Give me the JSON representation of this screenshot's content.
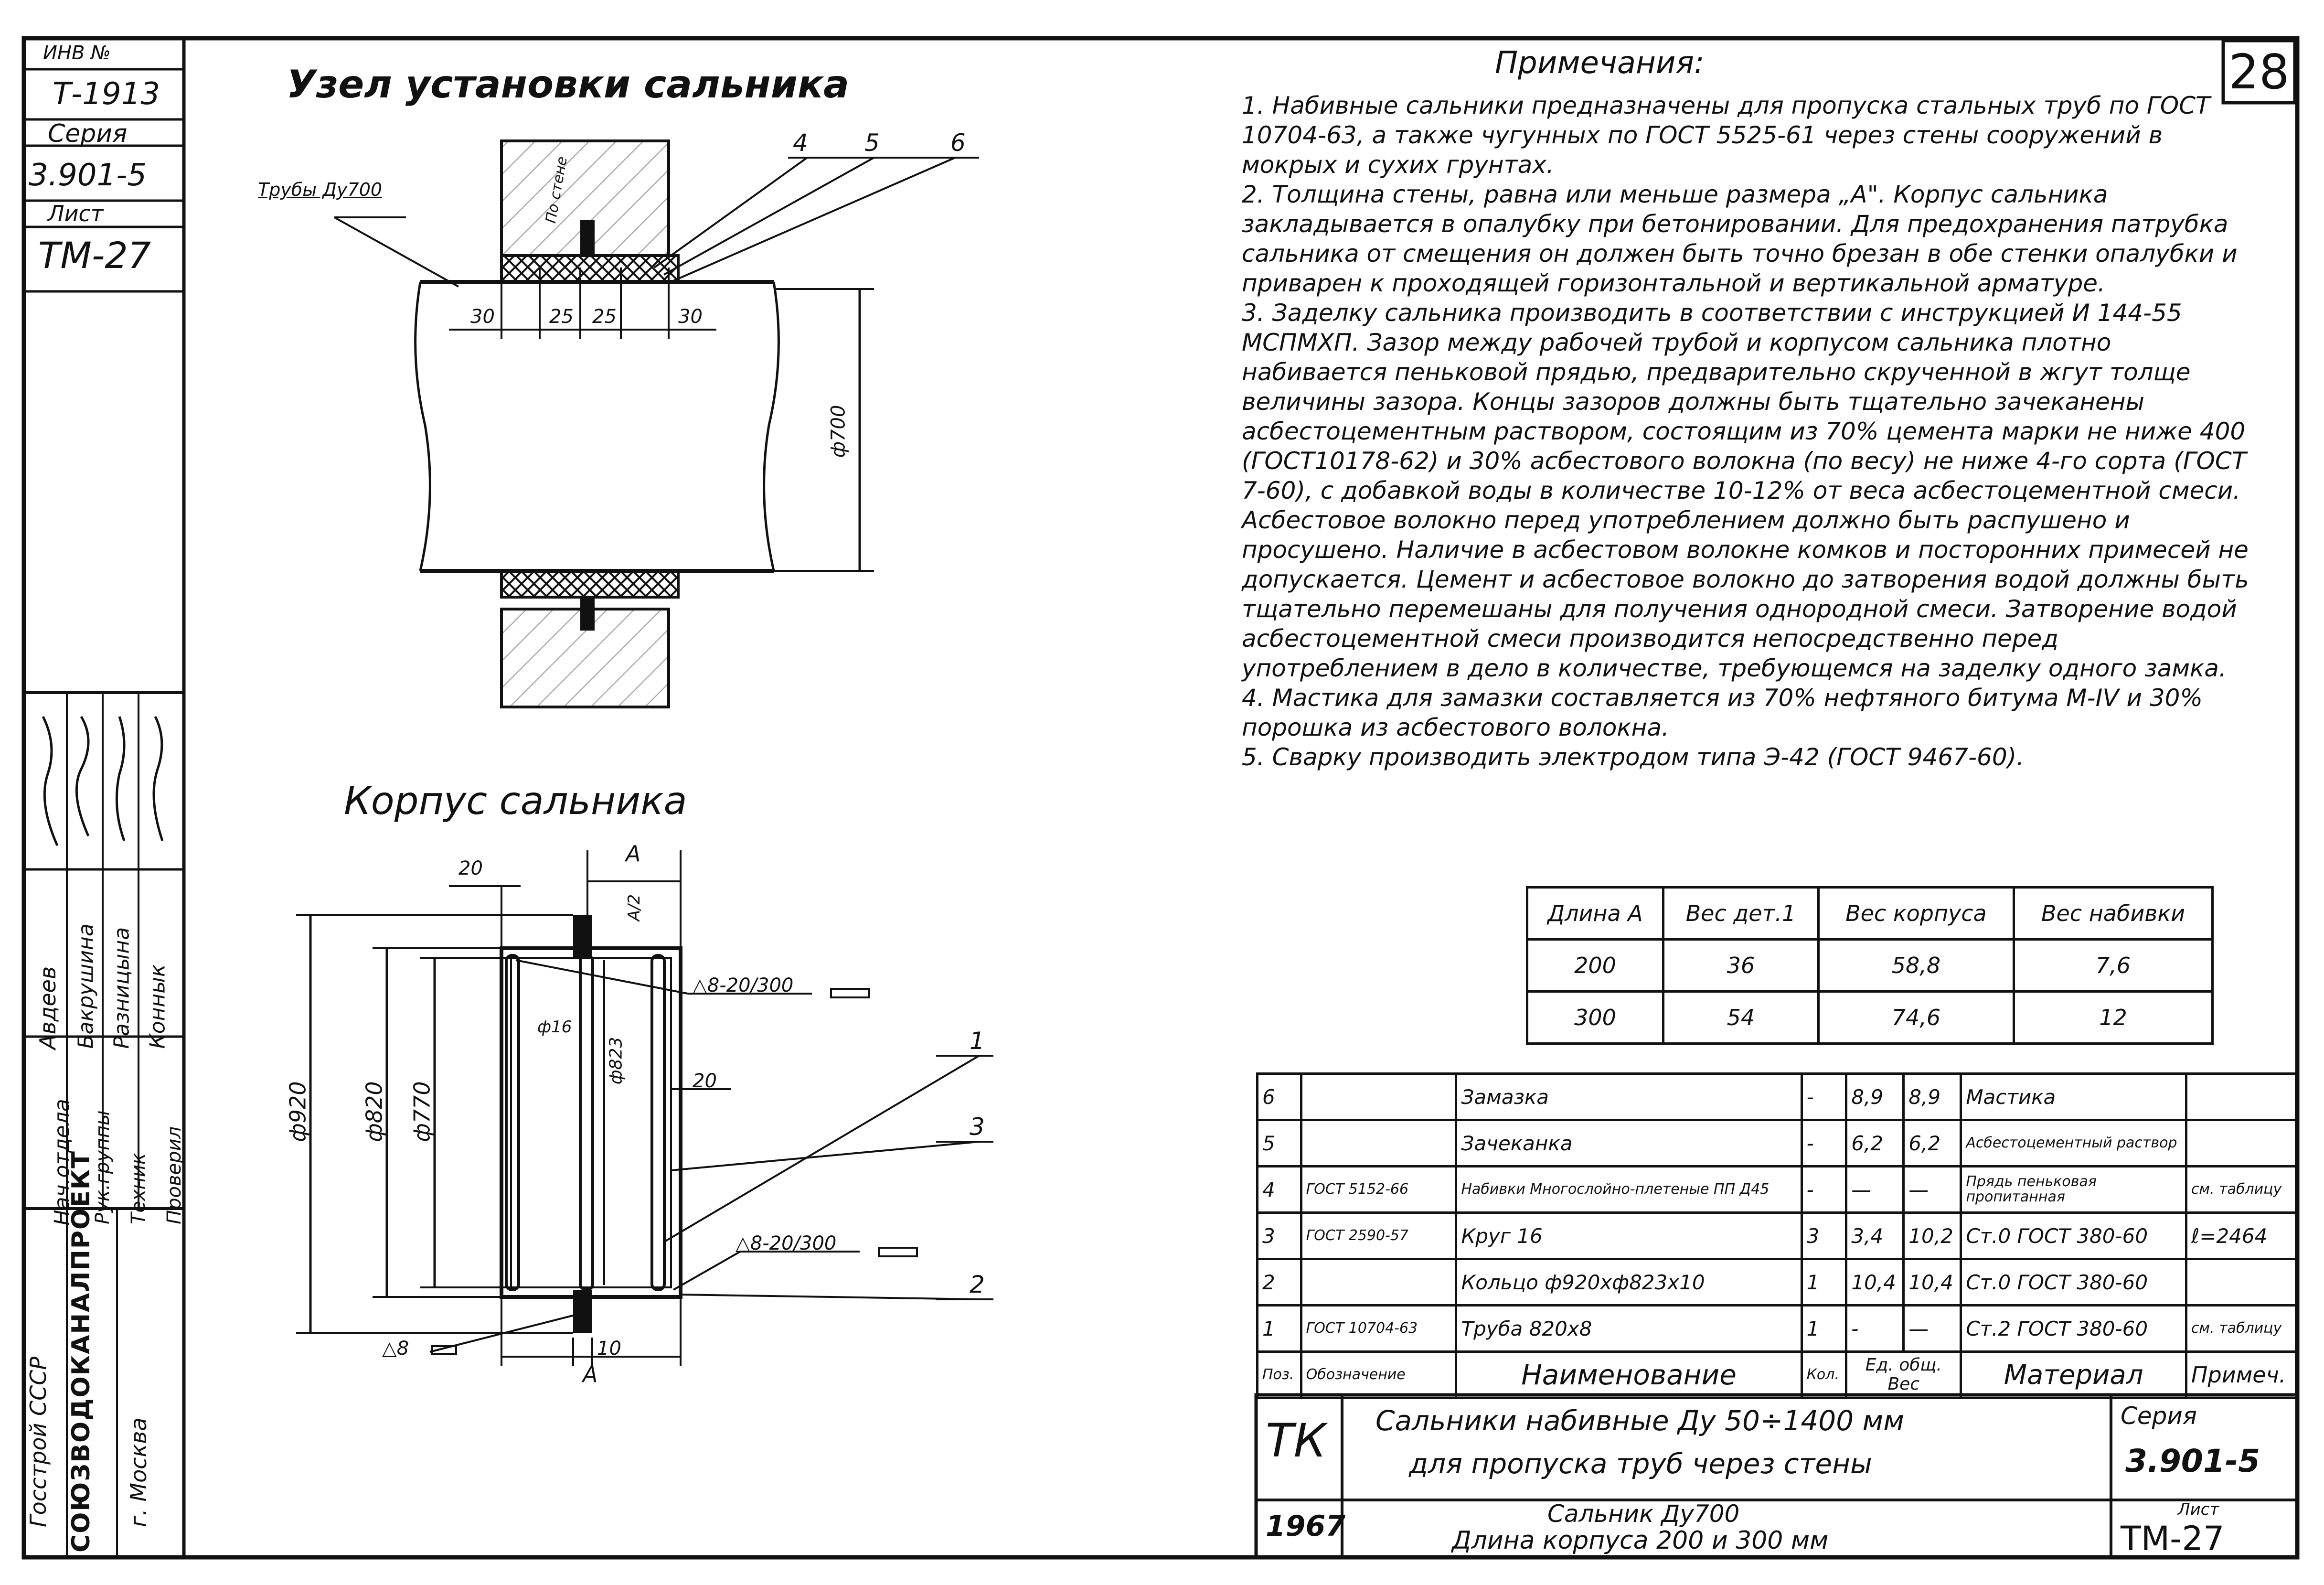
{
  "sheet": {
    "number": "28",
    "inv": "ИНВ №",
    "inv_no": "Т-1913",
    "series_label": "Серия",
    "series": "3.901-5",
    "sheet_label": "Лист",
    "sheet_code": "ТМ-27"
  },
  "stamp": {
    "roles": [
      "Нач.отдела",
      "Рук.группы",
      "Техник",
      "Проверил"
    ],
    "names": [
      "Авдеев",
      "Бакрушина",
      "Разницына",
      "Коннык"
    ],
    "org_top": "Госстрой СССР",
    "org_main": "СОЮЗВОДОКАНАЛПРОЕКТ",
    "org_city": "г. Москва"
  },
  "drawing1": {
    "title": "Узел установки сальника",
    "pipe_label": "Трубы Ду700",
    "wall_label": "По стене",
    "callouts": [
      "4",
      "5",
      "6"
    ],
    "dims": [
      "30",
      "25",
      "25",
      "30"
    ],
    "diameter": "ф700"
  },
  "drawing2": {
    "title": "Корпус сальника",
    "dim_a": "А",
    "dim_a_half": "А/2",
    "dim_20_top": "20",
    "dim_20_right": "20",
    "dim_10": "10",
    "d920": "ф920",
    "d820": "ф820",
    "d770": "ф770",
    "d823": "ф823",
    "d16": "ф16",
    "weld1": "8-20/300",
    "weld2": "8-20/300",
    "weld3": "8",
    "callouts": [
      "1",
      "3",
      "2"
    ]
  },
  "notes": {
    "title": "Примечания:",
    "items": [
      "1. Набивные сальники предназначены для пропуска стальных труб по ГОСТ 10704-63, а также чугунных по ГОСТ 5525-61 через стены сооружений в мокрых и сухих грунтах.",
      "2. Толщина стены, равна или меньше размера „А\". Корпус сальника закладывается в опалубку при бетонировании. Для предохранения патрубка сальника от смещения он должен быть точно брезан в обе стенки опалубки и приварен к проходящей горизонтальной и вертикальной арматуре.",
      "3. Заделку сальника производить в соответствии с инструкцией И 144-55 МСПМХП. Зазор между рабочей трубой и корпусом сальника плотно набивается пеньковой прядью, предварительно скрученной в жгут толще величины зазора. Концы зазоров должны быть тщательно зачеканены асбестоцементным раствором, состоящим из 70% цемента марки не ниже 400 (ГОСТ10178-62) и 30% асбестового волокна (по весу) не ниже 4-го сорта (ГОСТ 7-60), с добавкой воды в количестве 10-12% от веса асбестоцементной смеси. Асбестовое волокно перед употреблением должно быть распушено и просушено. Наличие в асбестовом волокне комков и посторонних примесей не допускается. Цемент и асбестовое волокно до затворения водой должны быть тщательно перемешаны для получения однородной смеси. Затворение водой асбестоцементной смеси производится непосредственно перед употреблением в дело в количестве, требующемся на заделку одного замка.",
      "4. Мастика для замазки составляется из 70% нефтяного битума М-IV и 30% порошка из асбестового волокна.",
      "5. Сварку производить электродом типа Э-42 (ГОСТ 9467-60)."
    ]
  },
  "weights_table": {
    "headers": [
      "Длина А",
      "Вес дет.1",
      "Вес корпуса",
      "Вес набивки"
    ],
    "rows": [
      [
        "200",
        "36",
        "58,8",
        "7,6"
      ],
      [
        "300",
        "54",
        "74,6",
        "12"
      ]
    ]
  },
  "spec_table": {
    "rows": [
      [
        "6",
        "",
        "Замазка",
        "-",
        "8,9",
        "8,9",
        "Мастика",
        ""
      ],
      [
        "5",
        "",
        "Зачеканка",
        "-",
        "6,2",
        "6,2",
        "Асбестоцементный раствор",
        ""
      ],
      [
        "4",
        "ГОСТ 5152-66",
        "Набивки Многослойно-плетеные ПП Д45",
        "-",
        "—",
        "—",
        "Прядь пеньковая пропитанная",
        "см. таблицу"
      ],
      [
        "3",
        "ГОСТ 2590-57",
        "Круг 16",
        "3",
        "3,4",
        "10,2",
        "Ст.0 ГОСТ 380-60",
        "ℓ=2464"
      ],
      [
        "2",
        "",
        "Кольцо ф920хф823х10",
        "1",
        "10,4",
        "10,4",
        "Ст.0 ГОСТ 380-60",
        ""
      ],
      [
        "1",
        "ГОСТ 10704-63",
        "Труба 820х8",
        "1",
        "-",
        "—",
        "Ст.2 ГОСТ 380-60",
        "см. таблицу"
      ]
    ],
    "header": {
      "pos": "Поз.",
      "designation": "Обозначение",
      "name": "Наименование",
      "qty": "Кол.",
      "unit": "Ед.",
      "total": "общ.",
      "weight": "Вес",
      "material": "Материал",
      "note": "Примеч."
    }
  },
  "title_block": {
    "tk": "ТК",
    "title1": "Сальники набивные Ду 50÷1400 мм",
    "title2": "для пропуска труб через стены",
    "year": "1967",
    "sub1": "Сальник Ду700",
    "sub2": "Длина корпуса 200 и 300 мм",
    "series_label": "Серия",
    "series": "3.901-5",
    "sheet_label": "Лист",
    "sheet": "ТМ-27"
  }
}
